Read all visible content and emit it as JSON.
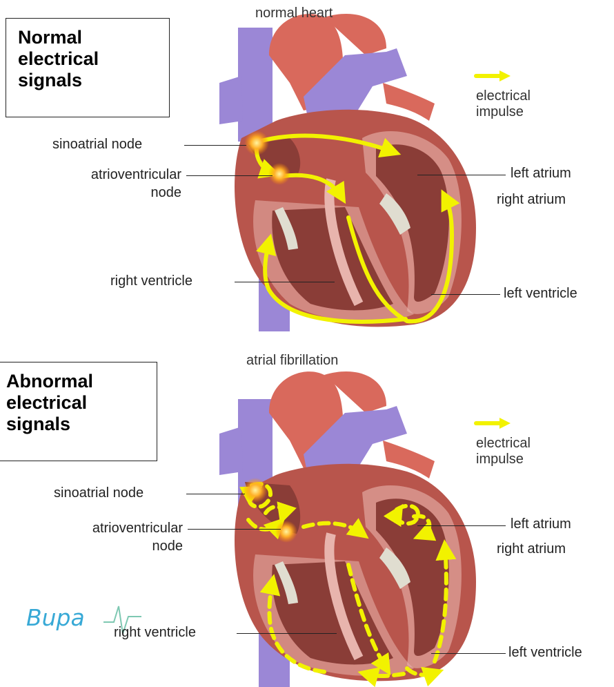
{
  "panels": {
    "normal": {
      "box_text": "Normal\nelectrical\nsignals",
      "caption": "normal heart",
      "legend": "electrical\nimpulse",
      "labels": {
        "sinoatrial": "sinoatrial node",
        "atrioventricular": "atrioventricular\nnode",
        "left_atrium": "left atrium",
        "right_atrium": "right atrium",
        "right_ventricle": "right ventricle",
        "left_ventricle": "left ventricle"
      }
    },
    "abnormal": {
      "box_text": "Abnormal\nelectrical\nsignals",
      "caption": "atrial fibrillation",
      "legend": "electrical\nimpulse",
      "labels": {
        "sinoatrial": "sinoatrial node",
        "atrioventricular": "atrioventricular\nnode",
        "left_atrium": "left atrium",
        "right_atrium": "right atrium",
        "right_ventricle": "right ventricle",
        "left_ventricle": "left ventricle"
      }
    }
  },
  "logo": {
    "text": "Bupa"
  },
  "colors": {
    "vessel": "#9b87d6",
    "aorta": "#d9695c",
    "myocardium": "#b8554c",
    "chamber": "#8a3d37",
    "inner_lining": "#e8b4ad",
    "impulse": "#f2f200",
    "node_glow": "#ffb12a",
    "logo": "#38a9d6"
  }
}
